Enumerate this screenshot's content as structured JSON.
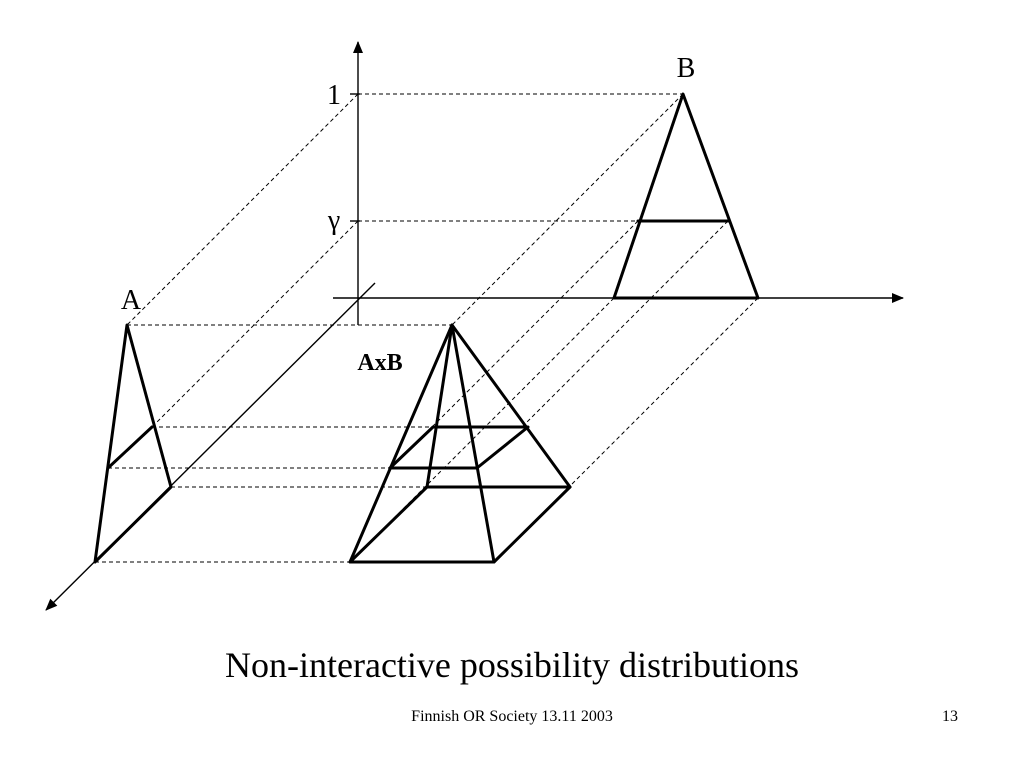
{
  "slide": {
    "title": "Non-interactive possibility distributions",
    "footer": "Finnish OR Society 13.11 2003",
    "page_number": "13"
  },
  "diagram": {
    "label_a": "A",
    "label_b": "B",
    "label_product": "AxB",
    "tick_one": "1",
    "tick_gamma": "γ"
  }
}
